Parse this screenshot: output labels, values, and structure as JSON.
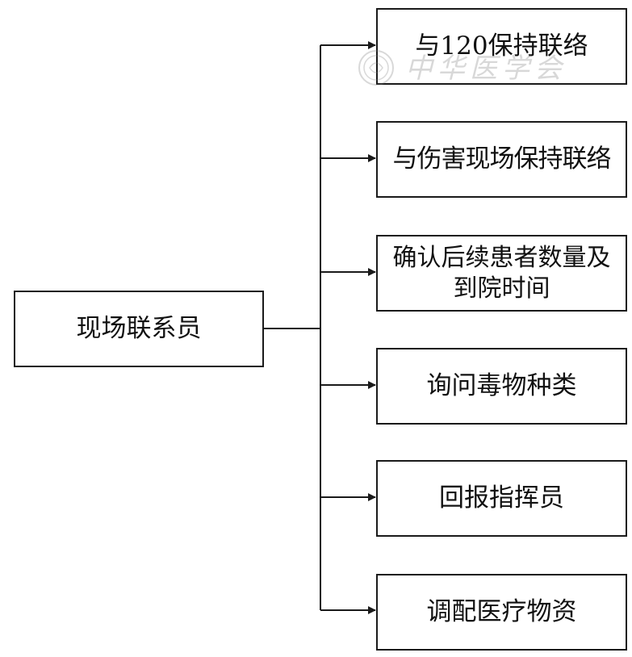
{
  "diagram": {
    "root": {
      "label": "现场联系员"
    },
    "children": [
      {
        "label": "与120保持联络"
      },
      {
        "label": "与伤害现场保持联络"
      },
      {
        "label": "确认后续患者数量及到院时间"
      },
      {
        "label": "询问毒物种类"
      },
      {
        "label": "回报指挥员"
      },
      {
        "label": "调配医疗物资"
      }
    ],
    "watermark": {
      "text": "中华医学会"
    }
  }
}
